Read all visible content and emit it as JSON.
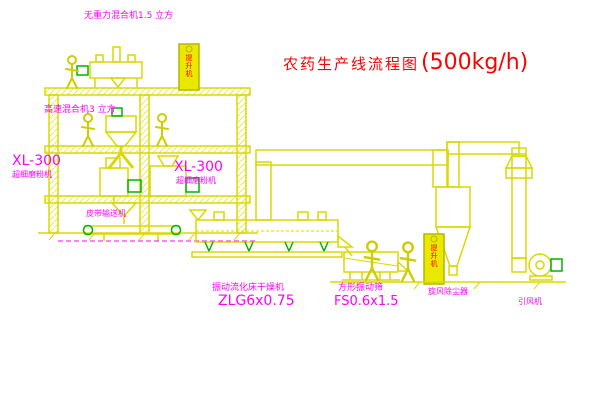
{
  "diagram": {
    "title": {
      "main": "农药生产线流程图",
      "capacity": "(500kg/h)"
    },
    "colors": {
      "line_yellow": "#d9d900",
      "accent_green": "#00b300",
      "label_magenta": "#ff00ff",
      "title_red": "#ff0000",
      "background": "#ffffff"
    },
    "labels": {
      "no_gravity_mixer": "无重力混合机1.5 立方",
      "high_speed_mixer": "高速混合机3 立方",
      "mill_left_model": "XL-300",
      "mill_left_name": "超细磨粉机",
      "mill_mid_model": "XL-300",
      "mill_mid_name": "超细磨粉机",
      "belt_conveyor": "皮带输送机",
      "dryer_name": "振动流化床干燥机",
      "dryer_model": "ZLG6x0.75",
      "screen_name": "方形振动筛",
      "screen_model": "FS0.6x1.5",
      "cyclone": "旋风除尘器",
      "fan": "引风机",
      "elevator_top": "提升机",
      "elevator_right": "提升机"
    }
  }
}
